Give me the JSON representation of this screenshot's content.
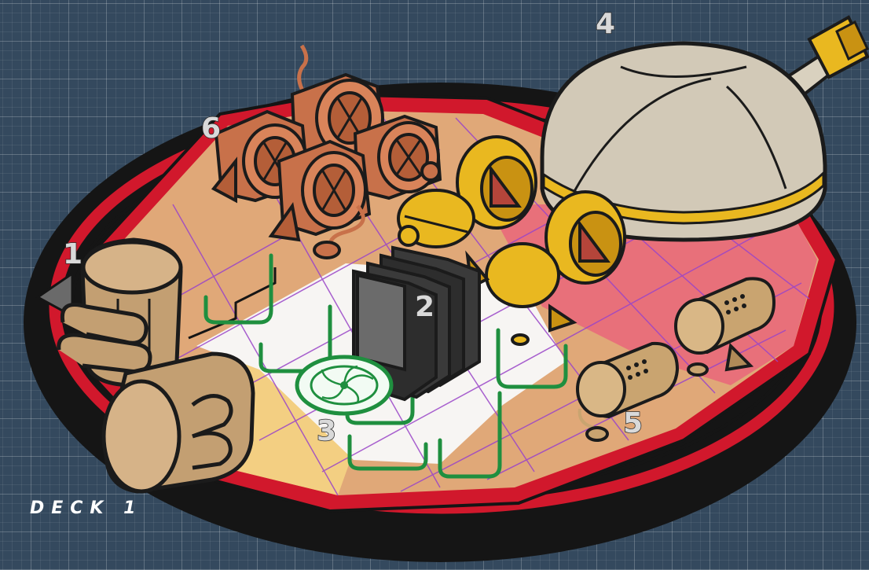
{
  "deck": {
    "label": "DECK 1"
  },
  "rooms": [
    {
      "id": "1",
      "label": "1",
      "component": "hydraulic-lift"
    },
    {
      "id": "2",
      "label": "2",
      "component": "power-core"
    },
    {
      "id": "3",
      "label": "3",
      "component": "teleporter-pad"
    },
    {
      "id": "4",
      "label": "4",
      "component": "dome-cannon"
    },
    {
      "id": "5",
      "label": "5",
      "component": "small-reactors"
    },
    {
      "id": "6",
      "label": "6",
      "component": "copper-coils"
    }
  ],
  "colors": {
    "hull_red": "#d1182c",
    "hull_black": "#151515",
    "floor_peach": "#e0a878",
    "floor_pink": "#e8707a",
    "floor_cream": "#f3cf82",
    "floor_white": "#f7f5f3",
    "grid_line": "#9a45c8",
    "pipe_green": "#1f8f3f",
    "coil_copper": "#c8714a",
    "engine_gold": "#e9b820",
    "dome_gray": "#d2c9b7",
    "lift_tan": "#c39f72",
    "reactor_brass": "#c9a470",
    "core_dark": "#2d2d2d"
  }
}
